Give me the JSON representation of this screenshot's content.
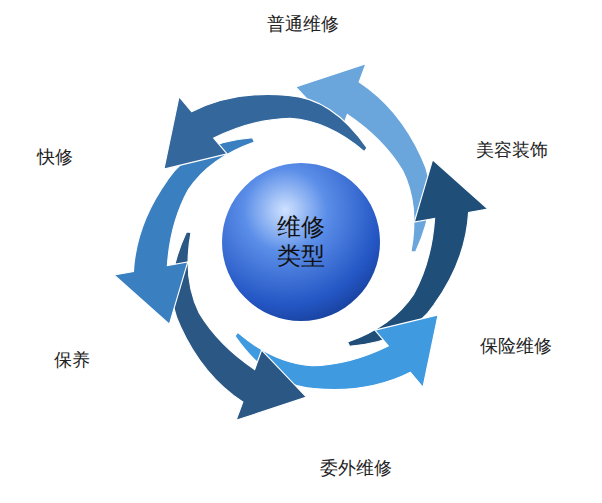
{
  "diagram": {
    "nodes": [
      {
        "text": [
          "维修 类型"
        ]
      }
    ],
    "labels": [
      "普通维修",
      "美容装饰",
      "保险维修",
      "委外维修",
      "保养",
      "快修"
    ]
  }
}
